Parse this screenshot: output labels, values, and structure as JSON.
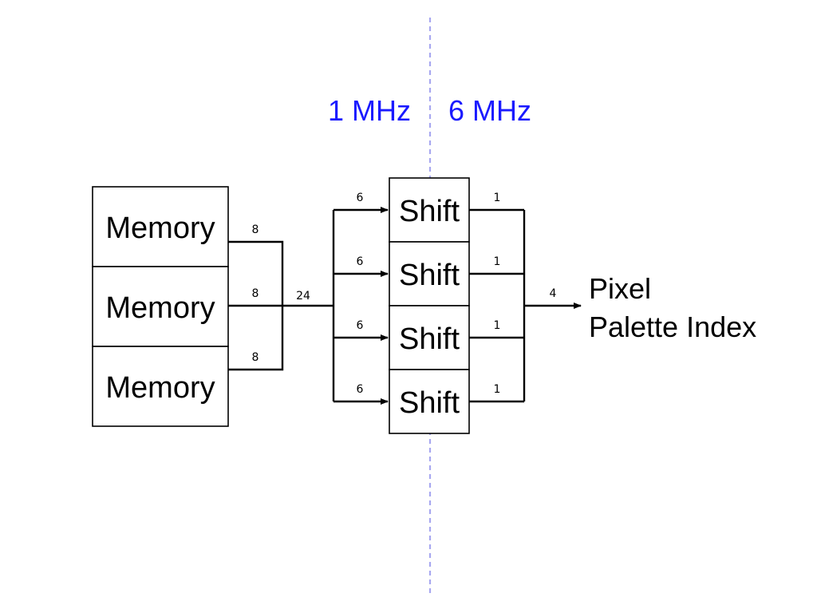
{
  "clock_domains": {
    "left": "1 MHz",
    "right": "6 MHz",
    "color": "#1a1aff",
    "divider_color": "#a8a8f0"
  },
  "memory_blocks": [
    {
      "label": "Memory",
      "bus_width": "8"
    },
    {
      "label": "Memory",
      "bus_width": "8"
    },
    {
      "label": "Memory",
      "bus_width": "8"
    }
  ],
  "combined_bus_width": "24",
  "shift_registers": [
    {
      "label": "Shift",
      "input_width": "6",
      "output_width": "1"
    },
    {
      "label": "Shift",
      "input_width": "6",
      "output_width": "1"
    },
    {
      "label": "Shift",
      "input_width": "6",
      "output_width": "1"
    },
    {
      "label": "Shift",
      "input_width": "6",
      "output_width": "1"
    }
  ],
  "output": {
    "bus_width": "4",
    "line1": "Pixel",
    "line2": "Palette Index"
  }
}
